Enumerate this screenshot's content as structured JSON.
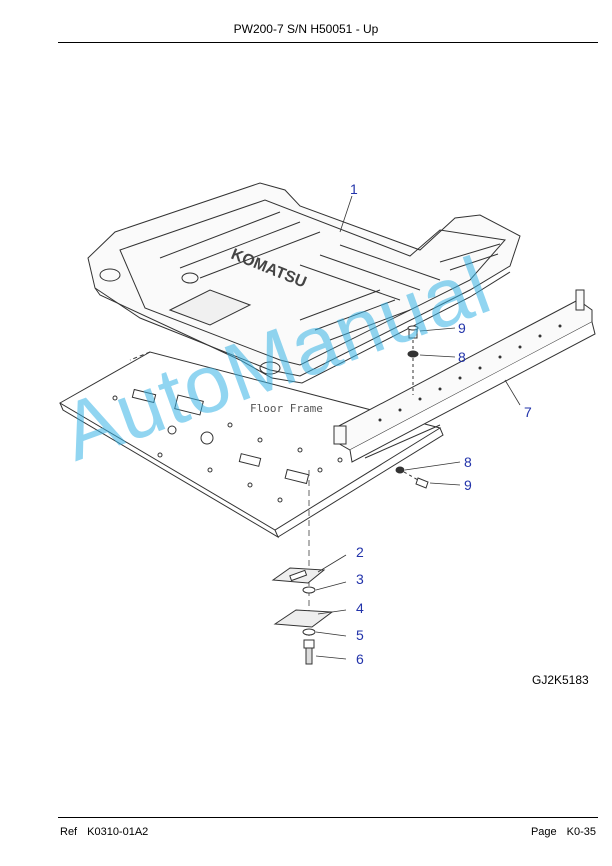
{
  "header": {
    "title": "PW200-7 S/N H50051 - Up"
  },
  "diagram": {
    "figure_code": "GJ2K5183",
    "frame_label": "Floor Frame",
    "logo_text": "KOMATSU",
    "callouts": {
      "c1": "1",
      "c2": "2",
      "c3": "3",
      "c4": "4",
      "c5": "5",
      "c6": "6",
      "c7": "7",
      "c8a": "8",
      "c8b": "8",
      "c9a": "9",
      "c9b": "9"
    }
  },
  "watermark": "AutoManual",
  "footer": {
    "ref_label": "Ref",
    "ref_value": "K0310-01A2",
    "page_label": "Page",
    "page_value": "K0-35"
  }
}
